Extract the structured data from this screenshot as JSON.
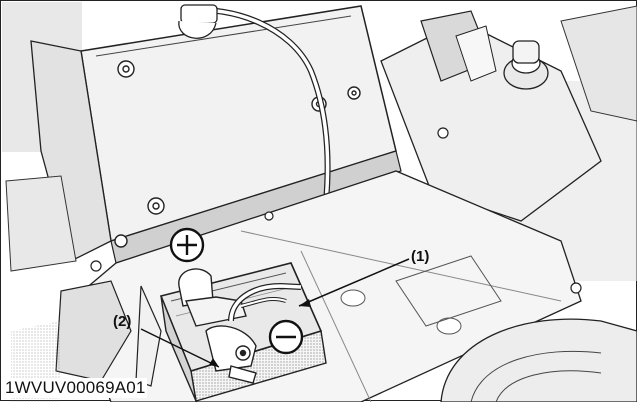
{
  "figure": {
    "callouts": {
      "label_1": "(1)",
      "label_2": "(2)"
    },
    "figure_code": "1WVUV00069A01"
  }
}
